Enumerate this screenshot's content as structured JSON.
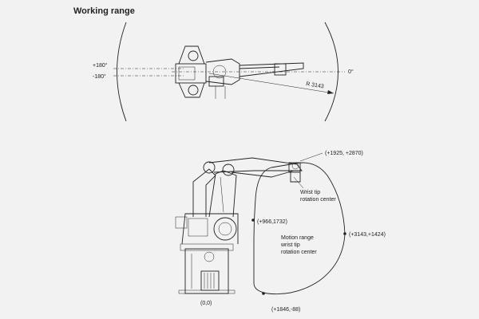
{
  "title": "Working range",
  "top_view": {
    "angle_pos": "+180°",
    "angle_neg": "-180°",
    "angle_zero": "0°",
    "radius": "R 3143"
  },
  "side_view": {
    "point_top": "(+1925, +2870)",
    "point_left": "(+966,1732)",
    "point_right": "(+3143,+1424)",
    "point_bottom": "(+1846,-88)",
    "origin": "(0,0)",
    "wrist_line1": "Wrist tip",
    "wrist_line2": "rotation center",
    "motion_line1": "Motion range",
    "motion_line2": "wrist tip",
    "motion_line3": "rotation center"
  },
  "colors": {
    "background": "#f2f2f2",
    "ink": "#222222"
  }
}
